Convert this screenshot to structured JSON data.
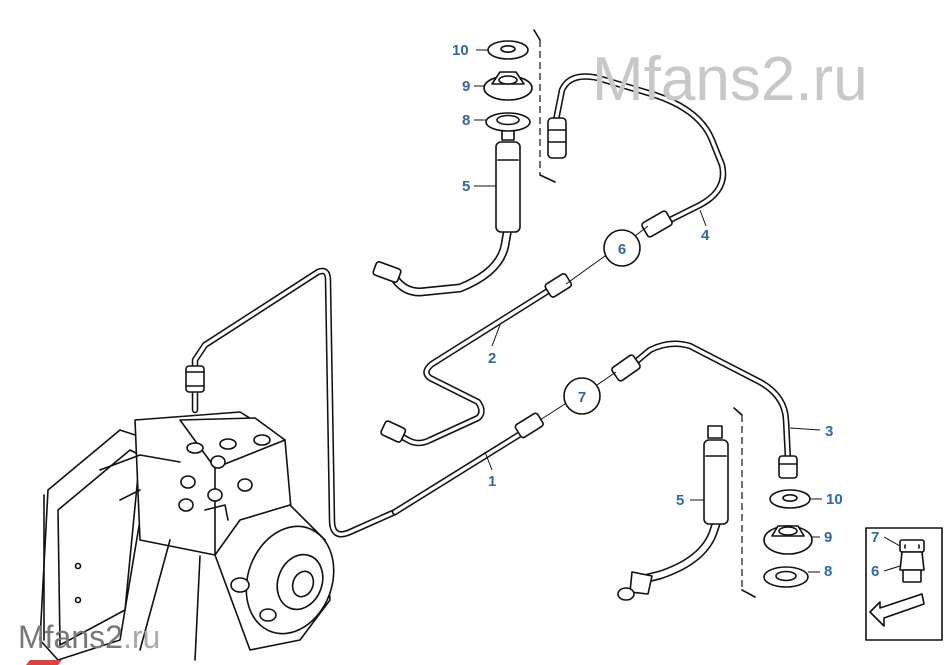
{
  "watermarks": {
    "top": {
      "text": "Mfans2",
      "suffix": ".ru"
    },
    "bottom": {
      "text": "Mfans2",
      "suffix": ".ru"
    }
  },
  "callouts": {
    "c1": "1",
    "c2": "2",
    "c3": "3",
    "c4": "4",
    "c5_top": "5",
    "c5_bottom": "5",
    "c6": "6",
    "c7": "7",
    "c8_top": "8",
    "c8_bottom": "8",
    "c9_top": "9",
    "c9_bottom": "9",
    "c10_top": "10",
    "c10_bottom": "10",
    "inset7": "7",
    "inset6": "6"
  },
  "colors": {
    "callout": "#2e6aa8",
    "line": "#111111",
    "watermark": "#c8c8c8"
  }
}
